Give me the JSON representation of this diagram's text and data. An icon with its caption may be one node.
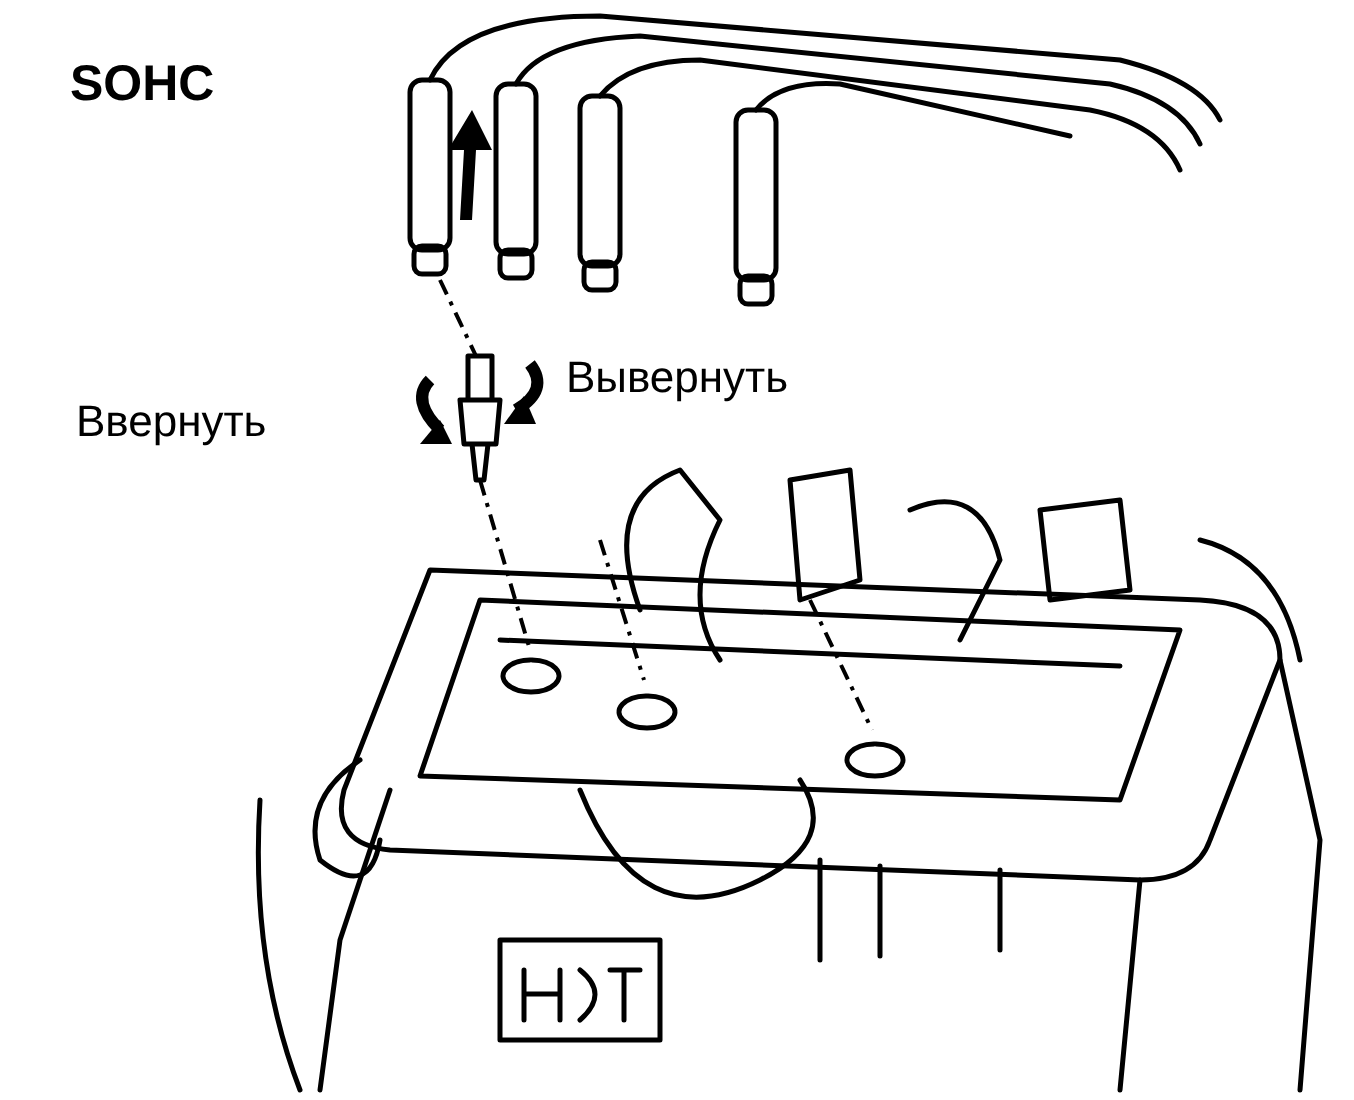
{
  "diagram": {
    "labels": [
      "SOHC",
      "Ввернуть",
      "Вывернуть"
    ]
  }
}
